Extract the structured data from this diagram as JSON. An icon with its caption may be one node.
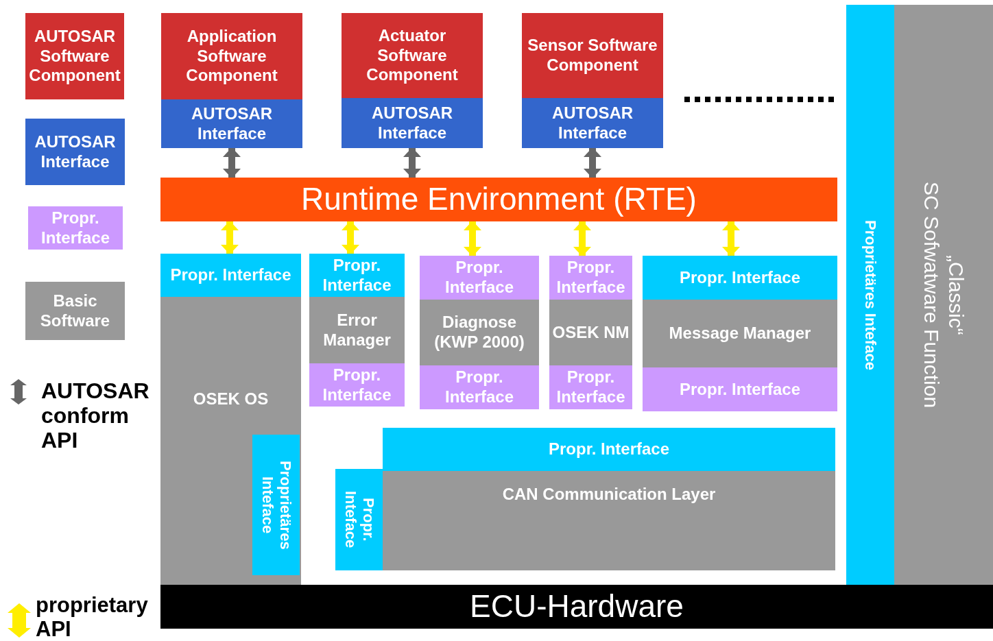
{
  "diagram": {
    "nodes": [
      {
        "text": [
          "Application Software Component"
        ]
      },
      {
        "text": [
          "AUTOSAR Interface"
        ]
      },
      {
        "text": [
          "Actuator Software Component"
        ]
      },
      {
        "text": [
          "AUTOSAR Interface"
        ]
      },
      {
        "text": [
          "Sensor Software Component"
        ]
      },
      {
        "text": [
          "AUTOSAR Interface"
        ]
      },
      {
        "text": [
          "Runtime Environment (RTE)"
        ]
      },
      {
        "text": [
          "OSEK OS"
        ]
      },
      {
        "text": [
          "Propr. Interface"
        ]
      },
      {
        "text": [
          "Proprietäres Inteface"
        ],
        "in": 7
      },
      {
        "text": [
          "Propr. Interface"
        ]
      },
      {
        "text": [
          "Error Manager"
        ]
      },
      {
        "text": [
          "Propr. Interface"
        ]
      },
      {
        "text": [
          "Propr. Interface"
        ]
      },
      {
        "text": [
          "Diagnose (KWP 2000)"
        ]
      },
      {
        "text": [
          "Propr. Interface"
        ]
      },
      {
        "text": [
          "Propr. Interface"
        ]
      },
      {
        "text": [
          "OSEK NM"
        ]
      },
      {
        "text": [
          "Propr. Interface"
        ]
      },
      {
        "text": [
          "Propr. Interface"
        ]
      },
      {
        "text": [
          "Message Manager"
        ]
      },
      {
        "text": [
          "Propr. Interface"
        ]
      },
      {
        "text": [
          "Propr. Inteface"
        ]
      },
      {
        "text": [
          "Propr. Interface"
        ]
      },
      {
        "text": [
          "CAN Communication Layer"
        ]
      },
      {
        "text": [
          "Proprietäres Inteface"
        ]
      },
      {
        "text": [
          "„Classic“",
          "SC Sofwatware Function"
        ]
      },
      {
        "text": [
          "ECU-Hardware"
        ]
      }
    ],
    "edges": [
      {
        "from": 1,
        "to": 6,
        "arrow": "both",
        "color": "#666666"
      },
      {
        "from": 3,
        "to": 6,
        "arrow": "both",
        "color": "#666666"
      },
      {
        "from": 5,
        "to": 6,
        "arrow": "both",
        "color": "#666666"
      },
      {
        "from": 6,
        "to": 8,
        "arrow": "both"
      },
      {
        "from": 6,
        "to": 10,
        "arrow": "both"
      },
      {
        "from": 6,
        "to": 13,
        "arrow": "both"
      },
      {
        "from": 6,
        "to": 16,
        "arrow": "both"
      },
      {
        "from": 6,
        "to": 19,
        "arrow": "both"
      }
    ],
    "legend": [
      {
        "text": "AUTOSAR Software Component",
        "color": "#d03030"
      },
      {
        "text": "AUTOSAR Interface",
        "color": "#3366cc"
      },
      {
        "text": "Propr. Interface",
        "color": "#cc99ff"
      },
      {
        "text": "Basic Software",
        "color": "#999999"
      },
      {
        "text": "AUTOSAR conform API"
      },
      {
        "text": "proprietary API"
      }
    ]
  }
}
